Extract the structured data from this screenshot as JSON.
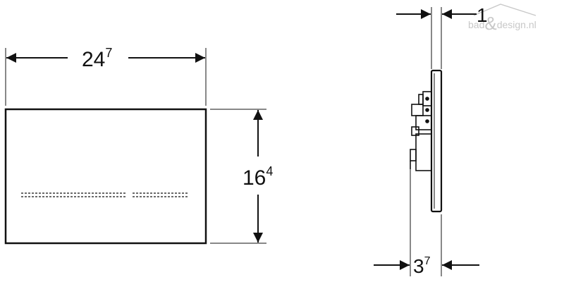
{
  "watermark": {
    "part1": "bad",
    "amp": "&",
    "part2": "design.nl"
  },
  "dimensions": {
    "width": {
      "base": "24",
      "sup": "7"
    },
    "height": {
      "base": "16",
      "sup": "4"
    },
    "plate_thickness": {
      "base": "1",
      "sup": ""
    },
    "depth": {
      "base": "3",
      "sup": "7"
    }
  },
  "colors": {
    "line": "#111111",
    "watermark": "#c8c8c8",
    "background": "#ffffff"
  }
}
